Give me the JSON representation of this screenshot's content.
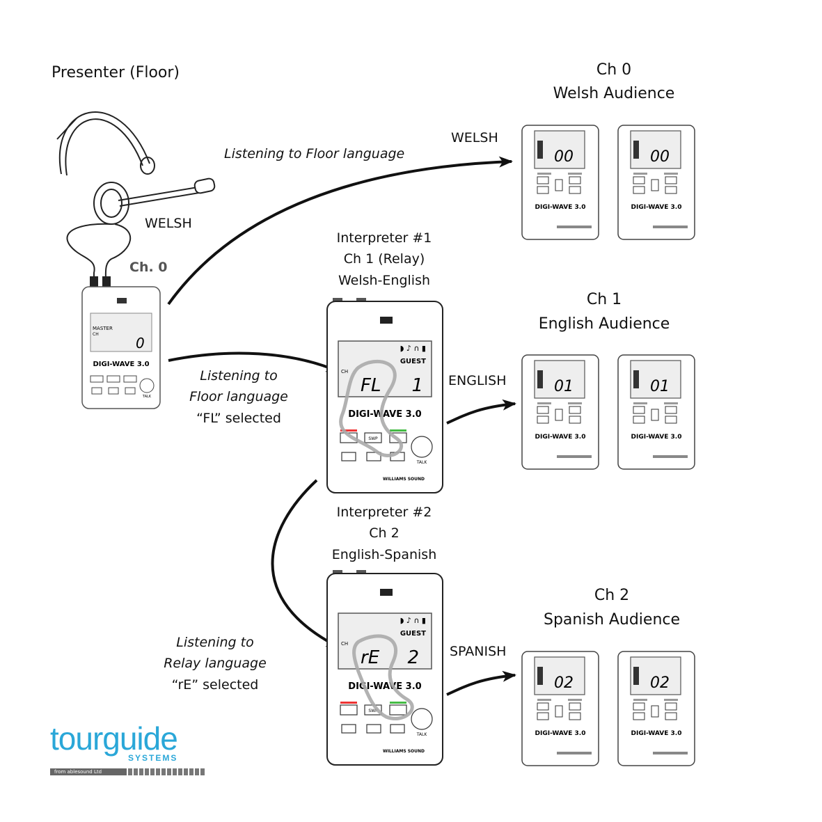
{
  "presenter": {
    "title": "Presenter (Floor)",
    "language": "WELSH",
    "channel": "Ch. 0"
  },
  "master_unit": {
    "mode": "MASTER",
    "ch_label": "CH",
    "ch_value": "0",
    "brand": "DIGI-WAVE 3.0",
    "talk": "TALK"
  },
  "interpreter1": {
    "line1": "Interpreter #1",
    "line2": "Ch 1 (Relay)",
    "line3": "Welsh-English",
    "screen_left": "FL",
    "screen_right": "1",
    "guest": "GUEST",
    "ch_label": "CH",
    "brand": "DIGI-WAVE 3.0",
    "swap": "SWP",
    "talk": "TALK",
    "maker": "WILLIAMS SOUND"
  },
  "interpreter2": {
    "line1": "Interpreter #2",
    "line2": "Ch 2",
    "line3": "English-Spanish",
    "screen_left": "rE",
    "screen_right": "2",
    "guest": "GUEST",
    "ch_label": "CH",
    "brand": "DIGI-WAVE 3.0",
    "swap": "SWP",
    "talk": "TALK",
    "maker": "WILLIAMS SOUND"
  },
  "audiences": [
    {
      "ch": "Ch 0",
      "name": "Welsh Audience",
      "language": "WELSH",
      "display": "00",
      "brand": "DIGI-WAVE 3.0"
    },
    {
      "ch": "Ch 1",
      "name": "English Audience",
      "language": "ENGLISH",
      "display": "01",
      "brand": "DIGI-WAVE 3.0"
    },
    {
      "ch": "Ch 2",
      "name": "Spanish Audience",
      "language": "SPANISH",
      "display": "02",
      "brand": "DIGI-WAVE 3.0"
    }
  ],
  "flows": {
    "floor_to_welsh": "Listening to Floor language",
    "floor_to_int1": [
      "Listening to",
      "Floor language",
      "“FL” selected"
    ],
    "relay_to_int2": [
      "Listening to",
      "Relay language",
      "“rE” selected"
    ]
  },
  "logo": {
    "main": "tourguide",
    "sub": "SYSTEMS",
    "tagline": "from ablesound Ltd"
  }
}
